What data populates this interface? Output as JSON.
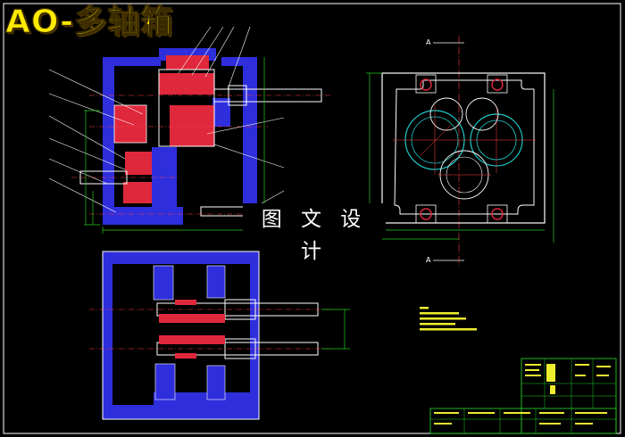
{
  "title": "AO-多轴箱",
  "watermark": "图 文 设 计",
  "section_marks": {
    "top": "A",
    "bottom": "A"
  },
  "colors": {
    "background": "#000000",
    "frame": "#ffffff",
    "housing": "#2e2edc",
    "hatch_red": "#e0283c",
    "dimension": "#22cc22",
    "centerline": "#ff4040",
    "outline_white": "#ffffff",
    "gear_cyan": "#20c8c8",
    "title_yellow": "#ffea00",
    "notes": "#eded30"
  }
}
